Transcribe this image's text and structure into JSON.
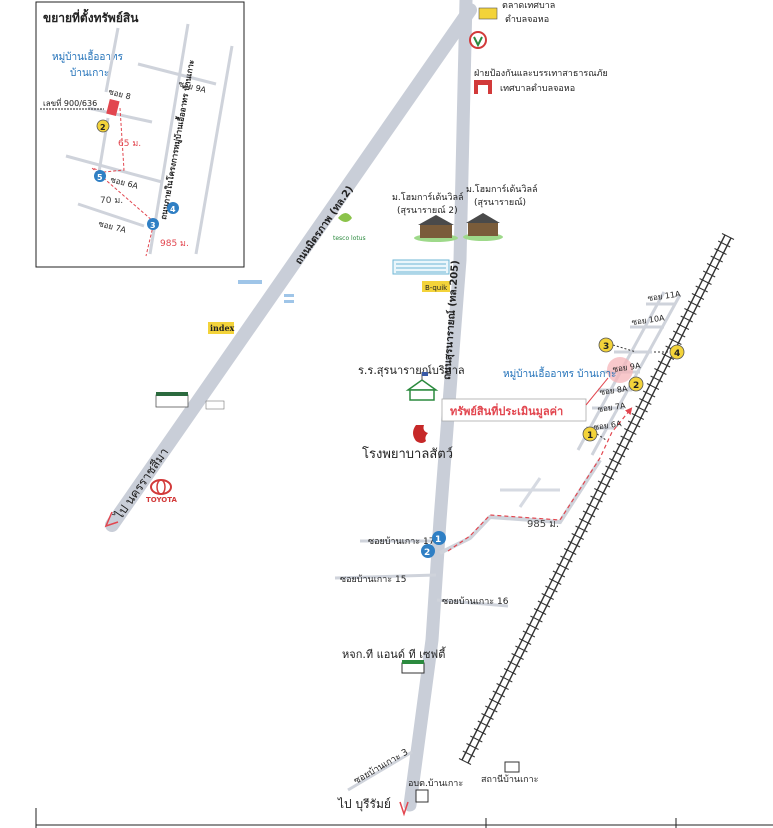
{
  "inset": {
    "title": "ขยายที่ตั้งทรัพย์สิน",
    "village": "หมู่บ้านเอื้ออาทร\nบ้านเกาะ",
    "soi_9a": "ซอย 9A",
    "soi_8": "ซอย 8",
    "soi_6a": "ซอย 6A",
    "soi_7a": "ซอย 7A",
    "house_no": "เลขที่ 900/636",
    "vertical_road": "ถนนภายในโครงการหมู่บ้านเอื้ออาทร บ้านเกาะ",
    "dist_65": "65 ม.",
    "dist_70": "70 ม.",
    "dist_985": "985 ม.",
    "markers": [
      "2",
      "3",
      "4",
      "5"
    ]
  },
  "main": {
    "top_market": "ตลาดเทศบาล",
    "top_market_2": "ตำบลจอหอ",
    "fire_dept": "ฝ่ายป้องกันและบรรเทาสาธารณภัย",
    "fire_dept_2": "เทศบาลตำบลจอหอ",
    "home_1": "ม.โฮมการ์เด้นวิลล์",
    "home_1b": "(สุรนารายณ์ 2)",
    "home_2": "ม.โฮมการ์เด้นวิลล์",
    "home_2b": "(สุรนารายณ์)",
    "mittraphap_road": "ถนนมิตรภาพ (ทล.2)",
    "suranarai_road": "ถนนสุรนารายณ์ (ทล.205)",
    "school": "ร.ร.สุรนารายณ์บริบาล",
    "vet_hospital": "โรงพยาบาลสัตว์",
    "property_label": "ทรัพย์สินที่ประเมินมูลค่า",
    "village_main": "หมู่บ้านเอื้ออาทร บ้านเกาะ",
    "to_korat": "ไป นครราชสีมา",
    "to_buriram": "ไป บุรีรัมย์",
    "soi_17": "ซอยบ้านเกาะ 17",
    "soi_15": "ซอยบ้านเกาะ 15",
    "soi_16": "ซอยบ้านเกาะ 16",
    "soi_3": "ซอยบ้านเกาะ 3",
    "shop": "หจก.ที แอนด์ ที เซฟตี้",
    "obt": "อบต.บ้านเกาะ",
    "station": "สถานีบ้านเกาะ",
    "soi_11a": "ซอย 11A",
    "soi_10a": "ซอย 10A",
    "soi_9a": "ซอย 9A",
    "soi_8a": "ซอย 8A",
    "soi_7a": "ซอย 7A",
    "soi_6a": "ซอย 6A",
    "dist_985": "985 ม.",
    "brand_tesco": "tesco lotus",
    "brand_index": "index",
    "brand_toyota": "TOYOTA",
    "brand_quik": "B-quik",
    "markers": [
      "1",
      "2",
      "3",
      "4"
    ]
  },
  "colors": {
    "road": "#c9ced8",
    "marker_blue": "#2f7fc4",
    "marker_yellow": "#f3d33a",
    "property_red": "#e2464f",
    "text_blue": "#1e6fb8",
    "railway": "#333333"
  }
}
